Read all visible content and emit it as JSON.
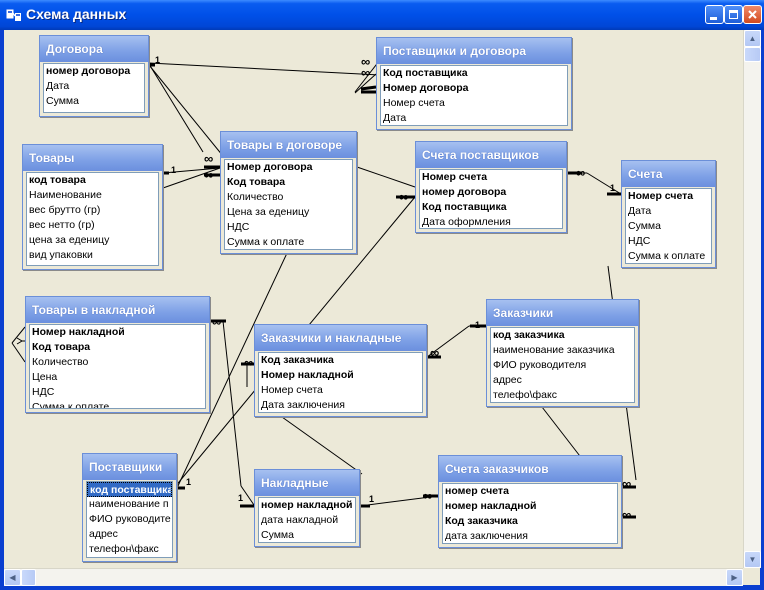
{
  "window": {
    "title": "Схема данных"
  },
  "tables": {
    "dogovora": {
      "title": "Договора",
      "fields": [
        {
          "text": "номер договора",
          "pk": true
        },
        {
          "text": "Дата",
          "pk": false
        },
        {
          "text": "Сумма",
          "pk": false
        }
      ]
    },
    "postavshchiki_i_dogovora": {
      "title": "Поставщики и договора",
      "fields": [
        {
          "text": "Код поставщика",
          "pk": true
        },
        {
          "text": "Номер договора",
          "pk": true
        },
        {
          "text": "Номер счета",
          "pk": false
        },
        {
          "text": "Дата",
          "pk": false
        }
      ]
    },
    "tovary": {
      "title": "Товары",
      "fields": [
        {
          "text": "код товара",
          "pk": true
        },
        {
          "text": "Наименование",
          "pk": false
        },
        {
          "text": "вес брутто (гр)",
          "pk": false
        },
        {
          "text": "вес нетто (гр)",
          "pk": false
        },
        {
          "text": "цена за еденицу",
          "pk": false
        },
        {
          "text": "вид упаковки",
          "pk": false
        }
      ]
    },
    "tovary_v_dogovore": {
      "title": "Товары в договоре",
      "fields": [
        {
          "text": "Номер договора",
          "pk": true
        },
        {
          "text": "Код товара",
          "pk": true
        },
        {
          "text": "Количество",
          "pk": false
        },
        {
          "text": "Цена за еденицу",
          "pk": false
        },
        {
          "text": "НДС",
          "pk": false
        },
        {
          "text": "Сумма к оплате",
          "pk": false
        }
      ]
    },
    "scheta_postavshchikov": {
      "title": "Счета поставщиков",
      "fields": [
        {
          "text": "Номер счета",
          "pk": true
        },
        {
          "text": "номер договора",
          "pk": true
        },
        {
          "text": "Код поставщика",
          "pk": true
        },
        {
          "text": "Дата оформления",
          "pk": false
        }
      ]
    },
    "scheta": {
      "title": "Счета",
      "fields": [
        {
          "text": "Номер счета",
          "pk": true
        },
        {
          "text": "Дата",
          "pk": false
        },
        {
          "text": "Сумма",
          "pk": false
        },
        {
          "text": "НДС",
          "pk": false
        },
        {
          "text": "Сумма к оплате",
          "pk": false
        }
      ]
    },
    "tovary_v_nakladnoy": {
      "title": "Товары в накладной",
      "fields": [
        {
          "text": "Номер накладной",
          "pk": true
        },
        {
          "text": "Код товара",
          "pk": true
        },
        {
          "text": "Количество",
          "pk": false
        },
        {
          "text": "Цена",
          "pk": false
        },
        {
          "text": "НДС",
          "pk": false
        },
        {
          "text": "Сумма к оплате",
          "pk": false
        }
      ]
    },
    "zakazchiki_i_nakladnye": {
      "title": "Заказчики и накладные",
      "fields": [
        {
          "text": "Код заказчика",
          "pk": true
        },
        {
          "text": "Номер накладной",
          "pk": true
        },
        {
          "text": "Номер счета",
          "pk": false
        },
        {
          "text": "Дата заключения",
          "pk": false
        }
      ]
    },
    "zakazchiki": {
      "title": "Заказчики",
      "fields": [
        {
          "text": "код заказчика",
          "pk": true
        },
        {
          "text": "наименование заказчика",
          "pk": false
        },
        {
          "text": "ФИО руководителя",
          "pk": false
        },
        {
          "text": "адрес",
          "pk": false
        },
        {
          "text": "телефо\\факс",
          "pk": false
        }
      ]
    },
    "postavshchiki": {
      "title": "Поставщики",
      "fields": [
        {
          "text": "код поставщика",
          "pk": true,
          "selected": true
        },
        {
          "text": "наименование п",
          "pk": false
        },
        {
          "text": "ФИО руководите",
          "pk": false
        },
        {
          "text": "адрес",
          "pk": false
        },
        {
          "text": "телефон\\факс",
          "pk": false
        }
      ]
    },
    "nakladnye": {
      "title": "Накладные",
      "fields": [
        {
          "text": "номер накладной",
          "pk": true
        },
        {
          "text": "дата накладной",
          "pk": false
        },
        {
          "text": "Сумма",
          "pk": false
        }
      ]
    },
    "scheta_zakazchikov": {
      "title": "Счета заказчиков",
      "fields": [
        {
          "text": "номер счета",
          "pk": true
        },
        {
          "text": "номер накладной",
          "pk": true
        },
        {
          "text": "Код заказчика",
          "pk": true
        },
        {
          "text": "дата заключения",
          "pk": false
        }
      ]
    }
  },
  "markers": {
    "one": "1",
    "many": "∞"
  },
  "colors": {
    "title_bar": "#0a5cf0",
    "table_header": "#7da0e6",
    "selection": "#316ac5",
    "workspace": "#ece9d8"
  },
  "icons": {
    "app": "relationships-icon",
    "minimize": "minimize-icon",
    "maximize": "maximize-icon",
    "close": "close-icon",
    "scroll_up": "arrow-up-icon",
    "scroll_down": "arrow-down-icon",
    "scroll_left": "arrow-left-icon",
    "scroll_right": "arrow-right-icon"
  }
}
